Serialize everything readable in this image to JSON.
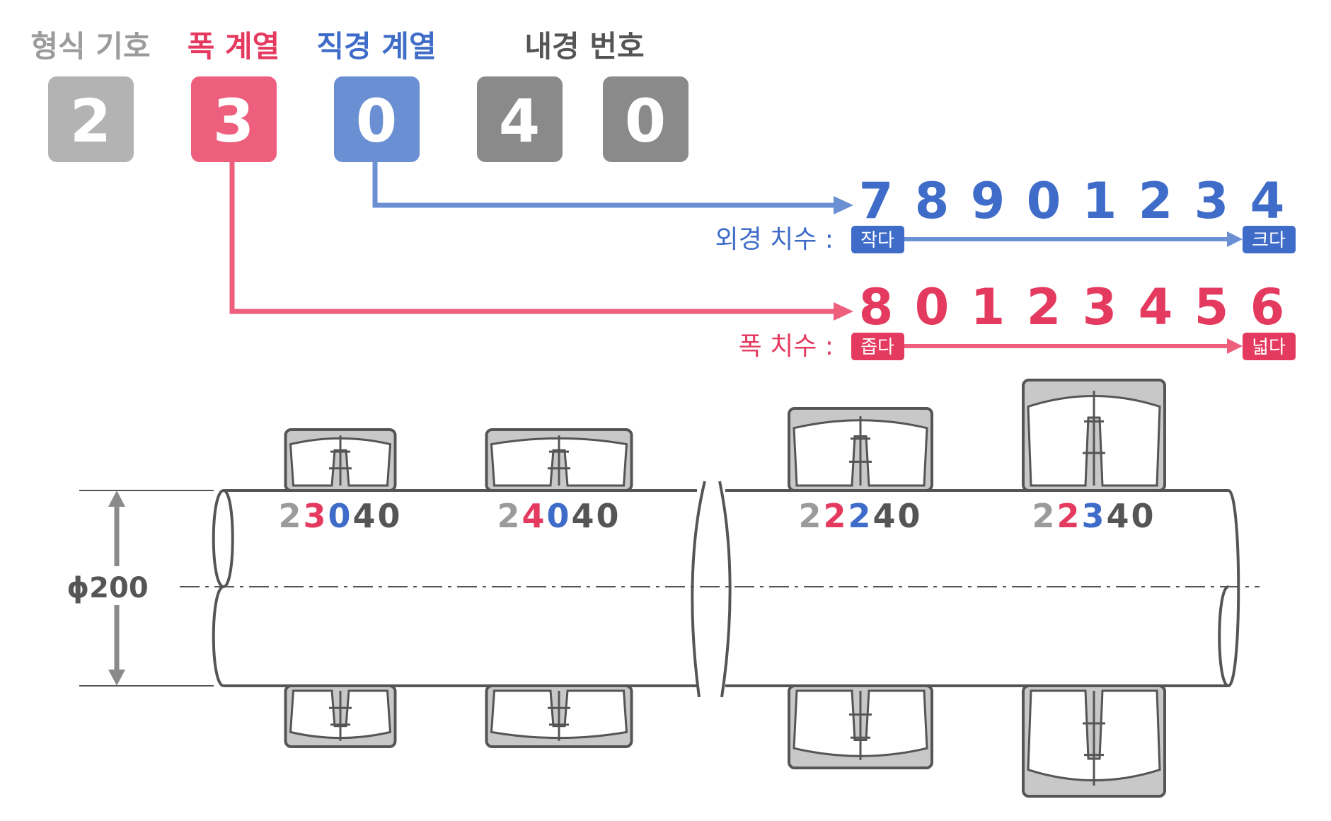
{
  "colors": {
    "type": "#b3b3b3",
    "width": "#ee5e7d",
    "diameter": "#6a8fd3",
    "bore": "#8a8a8a",
    "blue_text": "#3f6cc8",
    "red_text": "#e53a5f",
    "outline": "#555555",
    "fill": "#c8c8c8"
  },
  "header": {
    "labels": [
      "형식 기호",
      "폭 계열",
      "직경 계열",
      "내경 번호"
    ],
    "codes": [
      "2",
      "3",
      "0",
      "4",
      "0"
    ]
  },
  "diameter_series": {
    "digits": [
      "7",
      "8",
      "9",
      "0",
      "1",
      "2",
      "3",
      "4"
    ],
    "label": "외경 치수 :",
    "small": "작다",
    "large": "크다"
  },
  "width_series": {
    "digits": [
      "8",
      "0",
      "1",
      "2",
      "3",
      "4",
      "5",
      "6"
    ],
    "label": "폭 치수 :",
    "small": "좁다",
    "large": "넓다"
  },
  "shaft": {
    "diameter_label": "ϕ200"
  },
  "bearings": [
    {
      "digits": [
        "2",
        "3",
        "0",
        "4",
        "0"
      ],
      "roles": [
        "type",
        "width",
        "diameter",
        "bore",
        "bore"
      ]
    },
    {
      "digits": [
        "2",
        "4",
        "0",
        "4",
        "0"
      ],
      "roles": [
        "type",
        "width",
        "diameter",
        "bore",
        "bore"
      ]
    },
    {
      "digits": [
        "2",
        "2",
        "2",
        "4",
        "0"
      ],
      "roles": [
        "type",
        "width",
        "diameter",
        "bore",
        "bore"
      ]
    },
    {
      "digits": [
        "2",
        "2",
        "3",
        "4",
        "0"
      ],
      "roles": [
        "type",
        "width",
        "diameter",
        "bore",
        "bore"
      ]
    }
  ]
}
